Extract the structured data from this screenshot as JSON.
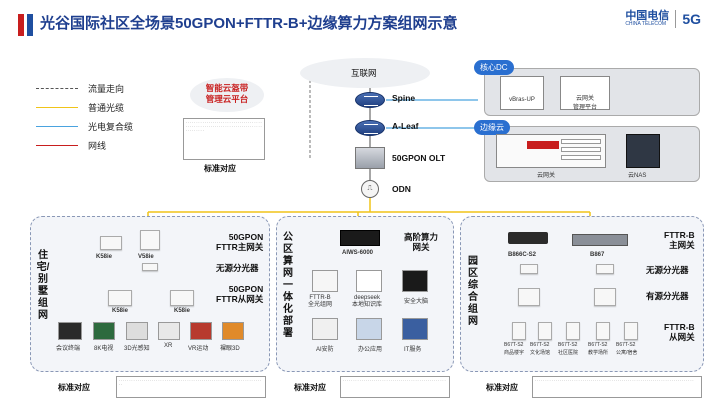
{
  "title": "光谷国际社区全场景50GPON+FTTR-B+边缘算力方案组网示意",
  "brand": {
    "logo": "中国电信",
    "sub": "CHINA TELECOM",
    "g5": "5G"
  },
  "legend": [
    {
      "label": "流量走向",
      "color": "#555555",
      "style": "dashed"
    },
    {
      "label": "普通光缆",
      "color": "#f0c419",
      "style": "solid"
    },
    {
      "label": "光电复合缆",
      "color": "#4aa3df",
      "style": "solid"
    },
    {
      "label": "网线",
      "color": "#c81e1e",
      "style": "solid"
    }
  ],
  "core": {
    "internet": "互联网",
    "cloud_net": "智能云盔带\n管理云平台",
    "std_label": "标准对应",
    "spine": "Spine",
    "aleaf": "A-Leaf",
    "olt": "50GPON OLT",
    "odn": "ODN"
  },
  "dc": {
    "core_badge": "核心DC",
    "edge_badge": "边缘云",
    "vbras": "vBras-UP",
    "cloud_gw_mgmt": "云网关\n管理平台",
    "cloud_gw": "云网关",
    "cloud_nas": "云NAS"
  },
  "left": {
    "vtitle": "住宅/别墅组网",
    "k_main": "K58ie",
    "v_main": "V58ie",
    "ftr_main": "50GPON\nFTTR主网关",
    "splitter": "无源分光器",
    "ftr_sub": "50GPON\nFTTR从网关",
    "k_sub1": "K58ie",
    "k_sub2": "K58ie",
    "apps": [
      "会议终端",
      "8K电视",
      "3D光感知",
      "XR",
      "VR运动",
      "裸眼3D"
    ],
    "std_label": "标准对应"
  },
  "mid": {
    "vtitle": "公区算网一体化部署",
    "aiws": "AIWS-6000",
    "compute_gw": "高阶算力\n网关",
    "apps": [
      "FTTR-B\n全光组网",
      "deepseek\n本地知识库",
      "安全大脑",
      "AI安防",
      "办公应用",
      "IT服务"
    ],
    "std_label": "标准对应"
  },
  "right": {
    "vtitle": "园区综合组网",
    "b866": "B866C-S2",
    "b867": "B867",
    "main_gw": "FTTR-B\n主网关",
    "splitter_passive": "无源分光器",
    "splitter_active": "有源分光器",
    "sub_gw": "FTTR-B\n从网关",
    "aps": [
      {
        "model": "B67T-S2",
        "place": "商品楼宇"
      },
      {
        "model": "B67T-S2",
        "place": "文化场馆"
      },
      {
        "model": "B67T-S2",
        "place": "社区医院"
      },
      {
        "model": "B67T-S2",
        "place": "教学场所"
      },
      {
        "model": "B67T-S2",
        "place": "公寓/宿舍"
      }
    ],
    "std_label": "标准对应"
  }
}
